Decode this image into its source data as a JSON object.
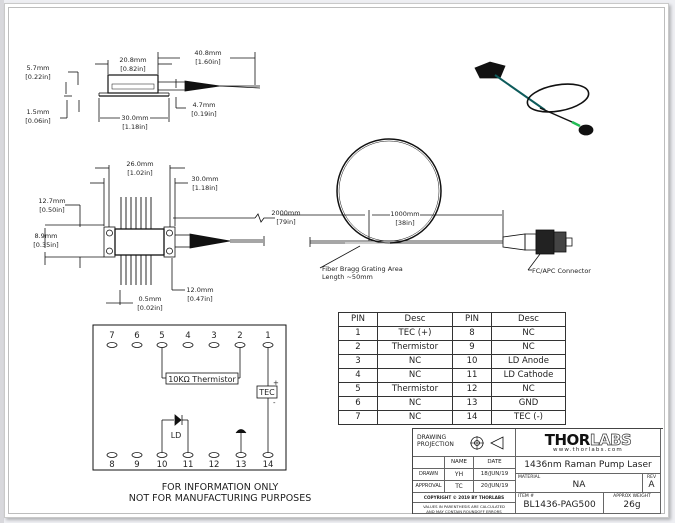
{
  "drawing": {
    "side_view": {
      "dim_top_width": {
        "mm": "20.8mm",
        "in": "[0.82in]"
      },
      "dim_fiber_length": {
        "mm": "40.8mm",
        "in": "[1.60in]"
      },
      "dim_height_left": {
        "mm": "5.7mm",
        "in": "[0.22in]"
      },
      "dim_base": {
        "mm": "1.5mm",
        "in": "[0.06in]"
      },
      "dim_right_height": {
        "mm": "4.7mm",
        "in": "[0.19in]"
      },
      "dim_base_width": {
        "mm": "30.0mm",
        "in": "[1.18in]"
      }
    },
    "top_view": {
      "dim_body_width": {
        "mm": "26.0mm",
        "in": "[1.02in]"
      },
      "dim_flange_width": {
        "mm": "30.0mm",
        "in": "[1.18in]"
      },
      "dim_flange_height": {
        "mm": "12.7mm",
        "in": "[0.50in]"
      },
      "dim_hole_pitch": {
        "mm": "8.9mm",
        "in": "[0.35in]"
      },
      "dim_pin_length": {
        "mm": "12.0mm",
        "in": "[0.47in]"
      },
      "dim_pin_width": {
        "mm": "0.5mm",
        "in": "[0.02in]"
      },
      "dim_fiber": {
        "mm": "2000mm",
        "in": "[79in]"
      },
      "dim_loop": {
        "mm": "1000mm",
        "in": "[38in]"
      }
    },
    "callouts": {
      "fbg_line1": "Fiber Bragg Grating Area",
      "fbg_line2": "Length ~50mm",
      "connector": "FC/APC Connector"
    },
    "pinout": {
      "top_pins": [
        "7",
        "6",
        "5",
        "4",
        "3",
        "2",
        "1"
      ],
      "bottom_pins": [
        "8",
        "9",
        "10",
        "11",
        "12",
        "13",
        "14"
      ],
      "thermistor_label": "10KΩ  Thermistor",
      "tec_label": "TEC",
      "tec_plus": "+",
      "tec_minus": "-",
      "ld_label": "LD"
    }
  },
  "pin_table": {
    "headers": [
      "PIN",
      "Desc",
      "PIN",
      "Desc"
    ],
    "rows": [
      [
        "1",
        "TEC (+)",
        "8",
        "NC"
      ],
      [
        "2",
        "Thermistor",
        "9",
        "NC"
      ],
      [
        "3",
        "NC",
        "10",
        "LD Anode"
      ],
      [
        "4",
        "NC",
        "11",
        "LD Cathode"
      ],
      [
        "5",
        "Thermistor",
        "12",
        "NC"
      ],
      [
        "6",
        "NC",
        "13",
        "GND"
      ],
      [
        "7",
        "NC",
        "14",
        "TEC (-)"
      ]
    ]
  },
  "disclaimer": {
    "line1": "FOR INFORMATION ONLY",
    "line2": "NOT FOR MANUFACTURING PURPOSES"
  },
  "title_block": {
    "projection_label_1": "DRAWING",
    "projection_label_2": "PROJECTION",
    "name_header": "NAME",
    "date_header": "DATE",
    "drawn_label": "DRAWN",
    "drawn_name": "YH",
    "drawn_date": "18/JUN/19",
    "approval_label": "APPROVAL",
    "approval_name": "TC",
    "approval_date": "20/JUN/19",
    "copyright": "COPYRIGHT © 2019 BY THORLABS",
    "note_line1": "VALUES IN PARENTHESIS ARE CALCULATED",
    "note_line2": "AND MAY CONTAIN ROUNDOFF ERRORS",
    "logo_dark": "THOR",
    "logo_light": "LABS",
    "website": "www.thorlabs.com",
    "part_title": "1436nm Raman Pump Laser",
    "material_label": "MATERIAL",
    "material_value": "NA",
    "rev_label": "REV",
    "rev_value": "A",
    "item_label": "ITEM #",
    "item_value": "BL1436-PAG500",
    "weight_label": "APPROX WEIGHT",
    "weight_value": "26g"
  }
}
